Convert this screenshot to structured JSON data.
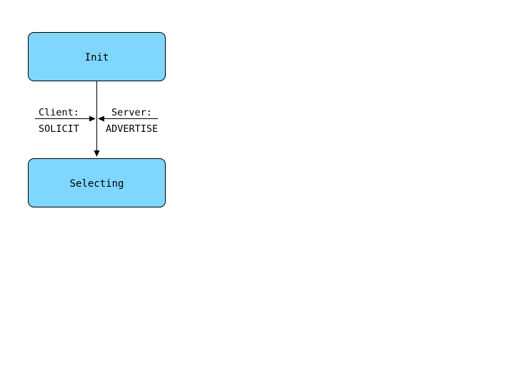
{
  "diagram": {
    "states": {
      "init": {
        "label": "Init"
      },
      "selecting": {
        "label": "Selecting"
      }
    },
    "client_message": {
      "sender": "Client:",
      "message": "SOLICIT"
    },
    "server_message": {
      "sender": "Server:",
      "message": "ADVERTISE"
    },
    "colors": {
      "state_fill": "#7fd6ff",
      "stroke": "#000000",
      "background": "#ffffff"
    }
  }
}
